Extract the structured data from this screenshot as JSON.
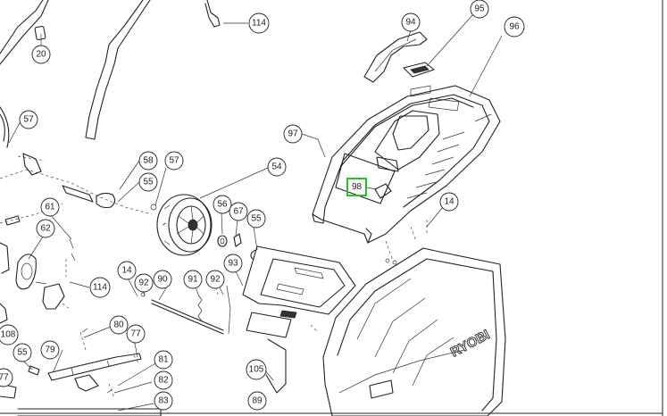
{
  "diagram": {
    "brand_mark": "RYOBI",
    "highlight": {
      "label": "98",
      "color": "#22c322"
    },
    "callouts": [
      {
        "id": "c-20",
        "label": "20"
      },
      {
        "id": "c-114a",
        "label": "114"
      },
      {
        "id": "c-94",
        "label": "94"
      },
      {
        "id": "c-95",
        "label": "95"
      },
      {
        "id": "c-96",
        "label": "96"
      },
      {
        "id": "c-57a",
        "label": "57"
      },
      {
        "id": "c-97",
        "label": "97"
      },
      {
        "id": "c-58",
        "label": "58"
      },
      {
        "id": "c-57b",
        "label": "57"
      },
      {
        "id": "c-55a",
        "label": "55"
      },
      {
        "id": "c-54",
        "label": "54"
      },
      {
        "id": "c-61",
        "label": "61"
      },
      {
        "id": "c-56",
        "label": "56"
      },
      {
        "id": "c-67",
        "label": "67"
      },
      {
        "id": "c-55b",
        "label": "55"
      },
      {
        "id": "c-14a",
        "label": "14"
      },
      {
        "id": "c-62",
        "label": "62"
      },
      {
        "id": "c-93",
        "label": "93"
      },
      {
        "id": "c-14b",
        "label": "14"
      },
      {
        "id": "c-92a",
        "label": "92"
      },
      {
        "id": "c-90",
        "label": "90"
      },
      {
        "id": "c-91",
        "label": "91"
      },
      {
        "id": "c-92b",
        "label": "92"
      },
      {
        "id": "c-114b",
        "label": "114"
      },
      {
        "id": "c-80",
        "label": "80"
      },
      {
        "id": "c-77",
        "label": "77"
      },
      {
        "id": "c-108",
        "label": "108"
      },
      {
        "id": "c-79",
        "label": "79"
      },
      {
        "id": "c-55c",
        "label": "55"
      },
      {
        "id": "c-81",
        "label": "81"
      },
      {
        "id": "c-77b",
        "label": "77"
      },
      {
        "id": "c-82",
        "label": "82"
      },
      {
        "id": "c-105",
        "label": "105"
      },
      {
        "id": "c-83",
        "label": "83"
      },
      {
        "id": "c-89",
        "label": "89"
      }
    ]
  }
}
